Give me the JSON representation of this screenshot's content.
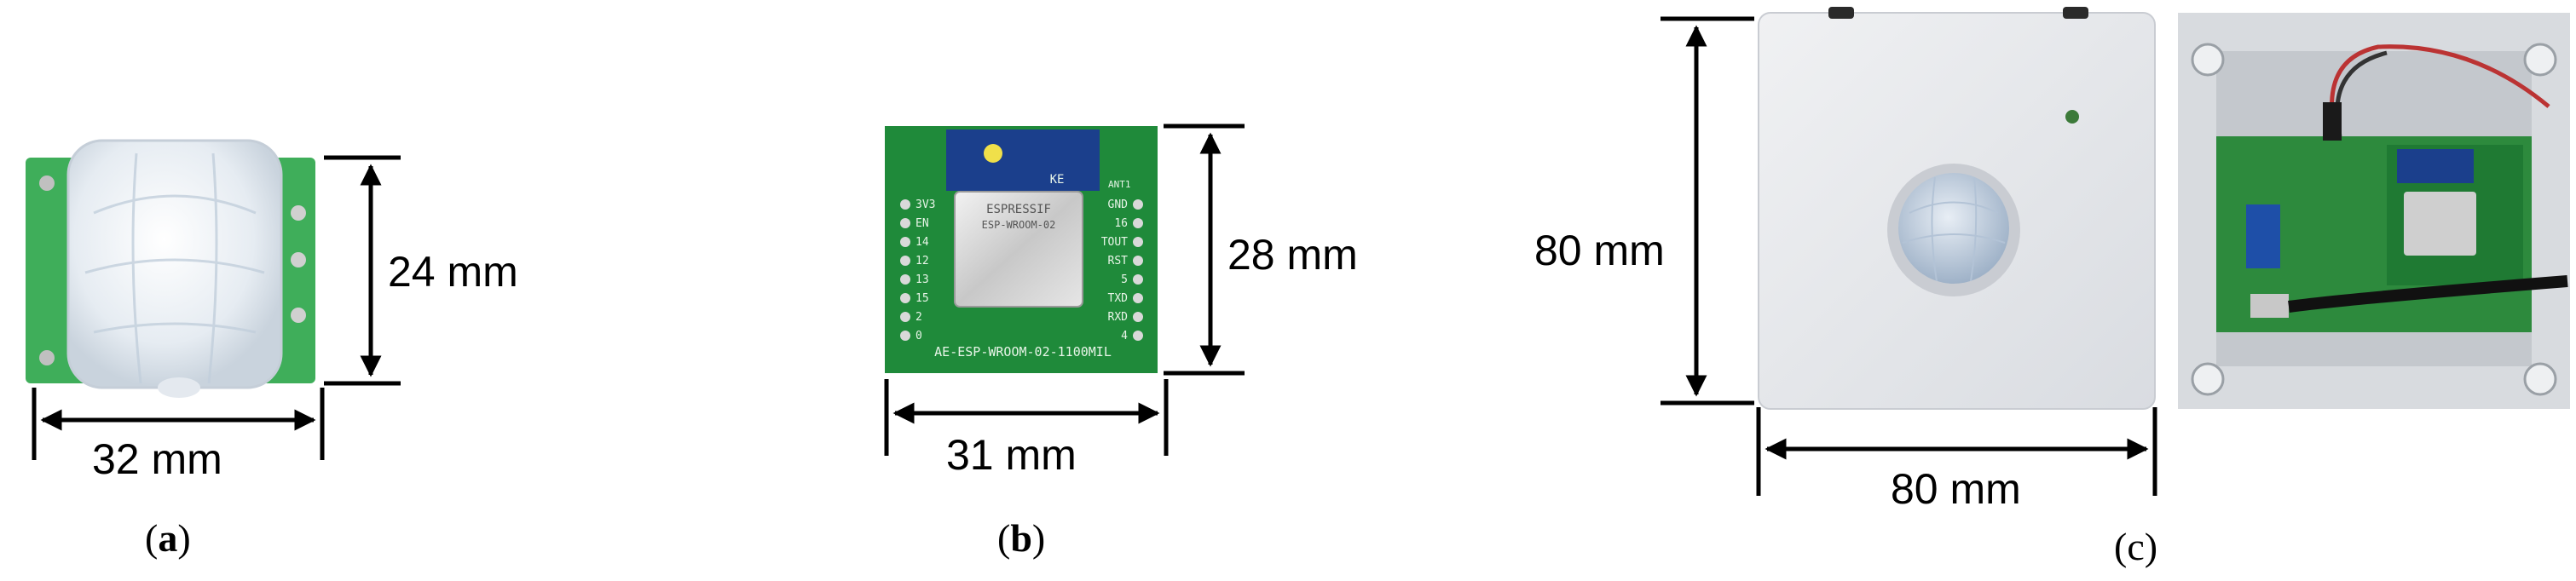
{
  "panels": [
    {
      "id": "a",
      "caption_letter": "a",
      "width_dimension": "32 mm",
      "height_dimension": "24 mm"
    },
    {
      "id": "b",
      "caption_letter": "b",
      "width_dimension": "31 mm",
      "height_dimension": "28 mm",
      "board_text": {
        "top_label": "KE",
        "antenna_label": "ANT1",
        "chip_line1": "ESPRESSIF",
        "chip_line2": "ESP-WROOM-02",
        "bottom_label": "AE-ESP-WROOM-02-1100MIL",
        "left_pins": [
          "3V3",
          "EN",
          "14",
          "12",
          "13",
          "15",
          "2",
          "0"
        ],
        "right_pins": [
          "GND",
          "16",
          "TOUT",
          "RST",
          "5",
          "TXD",
          "RXD",
          "4"
        ]
      }
    },
    {
      "id": "c",
      "caption_letter": "c",
      "width_dimension": "80 mm",
      "height_dimension": "80 mm"
    }
  ],
  "colors": {
    "pcb_green": "#1f8a3a",
    "sensor_board_green": "#3fae5a",
    "enclosure_gray": "#e4e6ea",
    "dome_white": "#eef2f6"
  }
}
